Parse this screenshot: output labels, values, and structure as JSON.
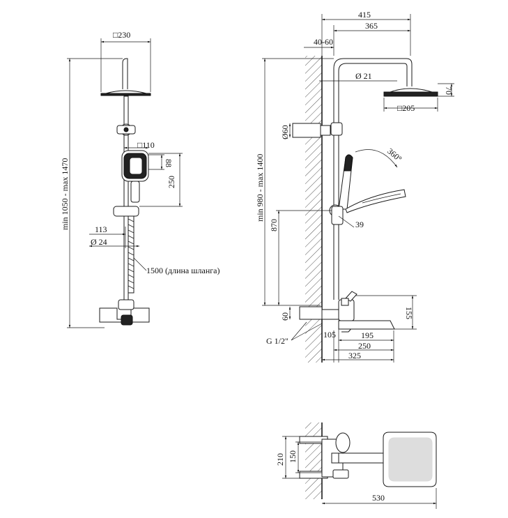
{
  "labels": {
    "head_front": "□230",
    "total_height": "min 1050 - max 1470",
    "hand_width": "□110",
    "hand_depth": "88",
    "hand_height": "250",
    "bar_offset": "113",
    "bar_diam": "Ø 24",
    "hose": "1500 (длина шланга)",
    "top_415": "415",
    "top_365": "365",
    "wall_gap": "40-60",
    "pipe_diam": "Ø 21",
    "head_thick": "70",
    "head_side": "□205",
    "rosette": "Ø60",
    "rotation": "360°",
    "side_height": "min 980 - max 1400",
    "slider_height": "870",
    "angle_39": "39",
    "mixer_60": "60",
    "mixer_155": "155",
    "spout_105": "105",
    "spout_195": "195",
    "spout_250": "250",
    "spout_325": "325",
    "thread": "G 1/2\"",
    "plan_210": "210",
    "plan_150": "150",
    "plan_530": "530"
  }
}
